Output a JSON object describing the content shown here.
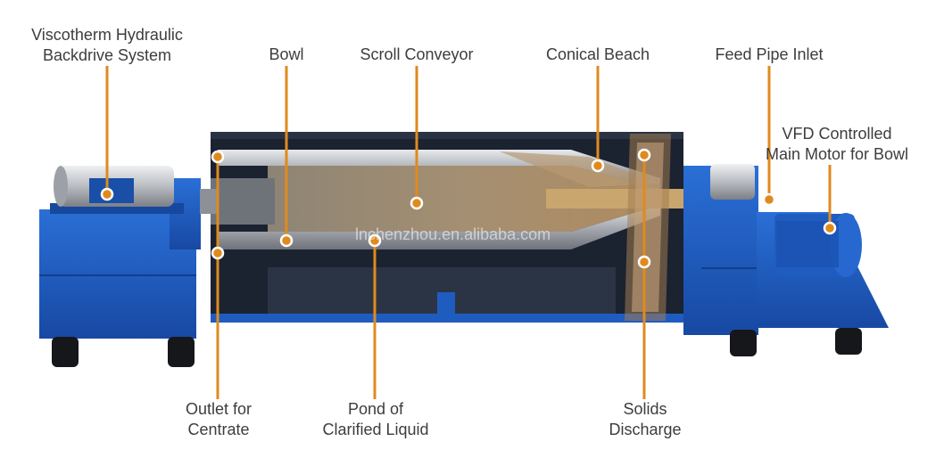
{
  "colors": {
    "leader": "#e08a1e",
    "body_blue": "#1f5cc0",
    "text": "#3d3d3d"
  },
  "labels": {
    "backdrive": {
      "line1": "Viscotherm Hydraulic",
      "line2": "Backdrive System"
    },
    "bowl": "Bowl",
    "scroll_conveyor": "Scroll Conveyor",
    "conical_beach": "Conical Beach",
    "feed_pipe": "Feed Pipe Inlet",
    "main_motor": {
      "line1": "VFD Controlled",
      "line2": "Main Motor for Bowl"
    },
    "outlet_centrate": {
      "line1": "Outlet for",
      "line2": "Centrate"
    },
    "pond": {
      "line1": "Pond of",
      "line2": "Clarified Liquid"
    },
    "solids_discharge": {
      "line1": "Solids",
      "line2": "Discharge"
    }
  },
  "watermark": "lnchenzhou.en.alibaba.com"
}
